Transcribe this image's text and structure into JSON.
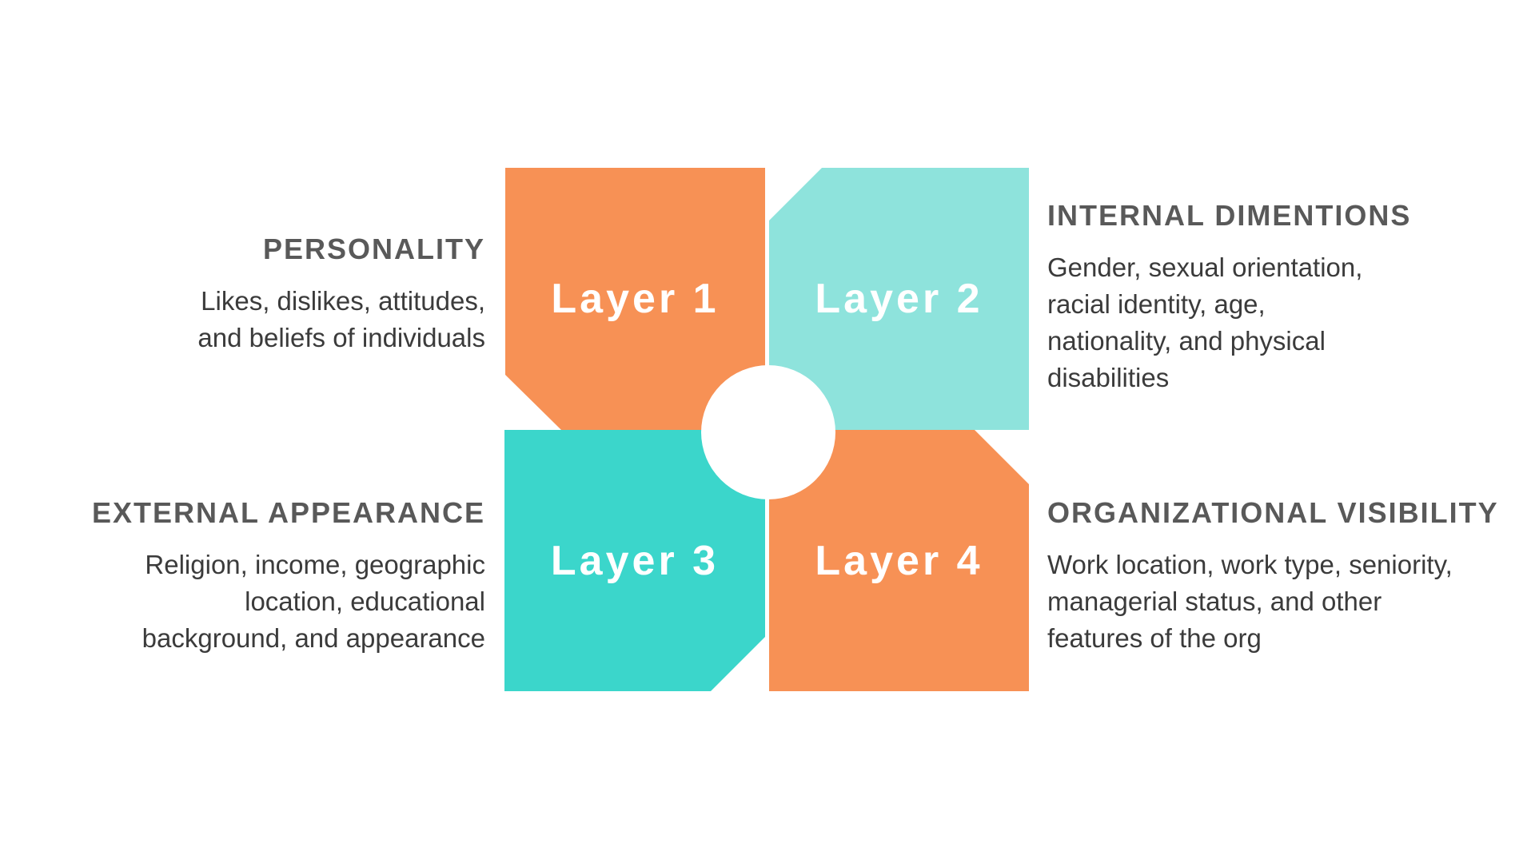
{
  "colors": {
    "orange": "#F79155",
    "aqua": "#8EE3DC",
    "turquoise": "#3BD6CB",
    "heading_text": "#595959",
    "body_text": "#3B3B3B",
    "layer_label_text": "#FFFFFF",
    "background": "#FFFFFF"
  },
  "layers": {
    "layer1": {
      "label": "Layer 1"
    },
    "layer2": {
      "label": "Layer 2"
    },
    "layer3": {
      "label": "Layer 3"
    },
    "layer4": {
      "label": "Layer 4"
    }
  },
  "blocks": {
    "personality": {
      "heading": "PERSONALITY",
      "line1": "Likes, dislikes, attitudes,",
      "line2": "and beliefs of individuals"
    },
    "internal": {
      "heading": "INTERNAL DIMENTIONS",
      "line1": "Gender, sexual orientation,",
      "line2": "racial identity, age,",
      "line3": "nationality, and physical",
      "line4": "disabilities"
    },
    "external": {
      "heading": "EXTERNAL APPEARANCE",
      "line1": "Religion, income, geographic",
      "line2": "location, educational",
      "line3": "background, and appearance"
    },
    "organizational": {
      "heading": "ORGANIZATIONAL VISIBILITY",
      "line1": "Work location, work type, seniority,",
      "line2": "managerial status, and other",
      "line3": "features of the org"
    }
  }
}
